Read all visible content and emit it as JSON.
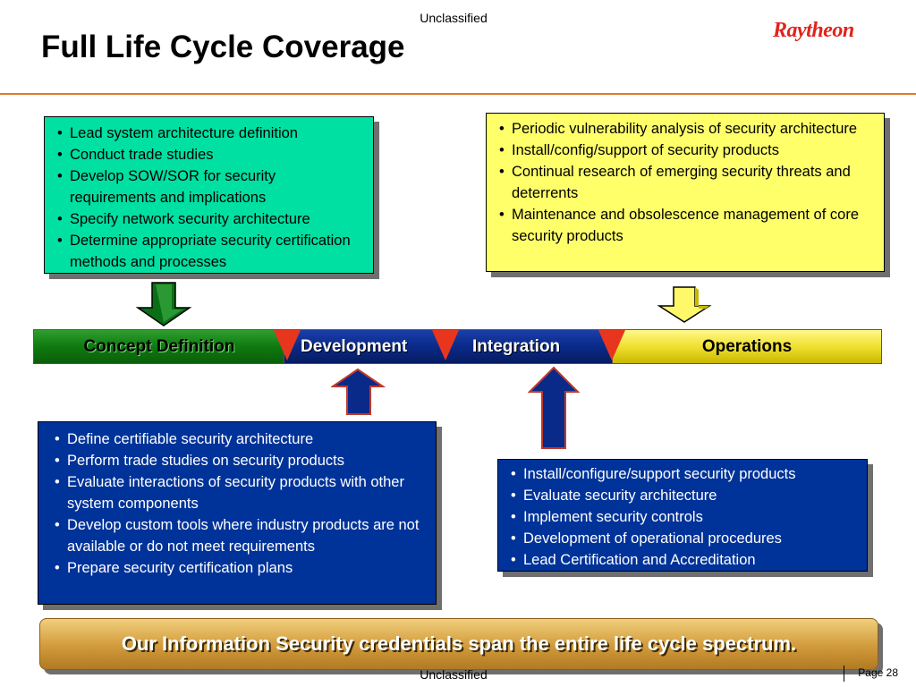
{
  "header": {
    "classification_top": "Unclassified",
    "title": "Full Life Cycle Coverage",
    "logo_text": "Raytheon"
  },
  "concept_box": {
    "items": [
      "Lead system architecture definition",
      "Conduct trade studies",
      "Develop SOW/SOR for security requirements and implications",
      "Specify network security architecture",
      "Determine appropriate security certification methods and processes"
    ]
  },
  "operations_box": {
    "items": [
      "Periodic vulnerability analysis of security architecture",
      "Install/config/support of security products",
      "Continual research of emerging security threats and deterrents",
      "Maintenance and obsolescence management of core security products"
    ]
  },
  "phases": {
    "concept": "Concept Definition",
    "development": "Development",
    "integration": "Integration",
    "operations": "Operations"
  },
  "development_box": {
    "items": [
      "Define certifiable security architecture",
      "Perform trade studies on security products",
      "Evaluate interactions of security products with other system components",
      "Develop custom tools where industry products are not available or do not meet requirements",
      "Prepare security certification plans"
    ]
  },
  "integration_box": {
    "items": [
      "Install/configure/support security products",
      "Evaluate security architecture",
      "Implement security controls",
      "Development of operational procedures",
      "Lead Certification and Accreditation"
    ]
  },
  "footer": {
    "banner": "Our Information Security credentials span the entire life cycle spectrum.",
    "classification_bottom": "Unclassified",
    "page_label": "Page 28"
  },
  "colors": {
    "concept": "#00e0a2",
    "operations": "#ffff6a",
    "blue": "#003399",
    "marker": "#e8361e",
    "rule": "#e07a2e"
  }
}
